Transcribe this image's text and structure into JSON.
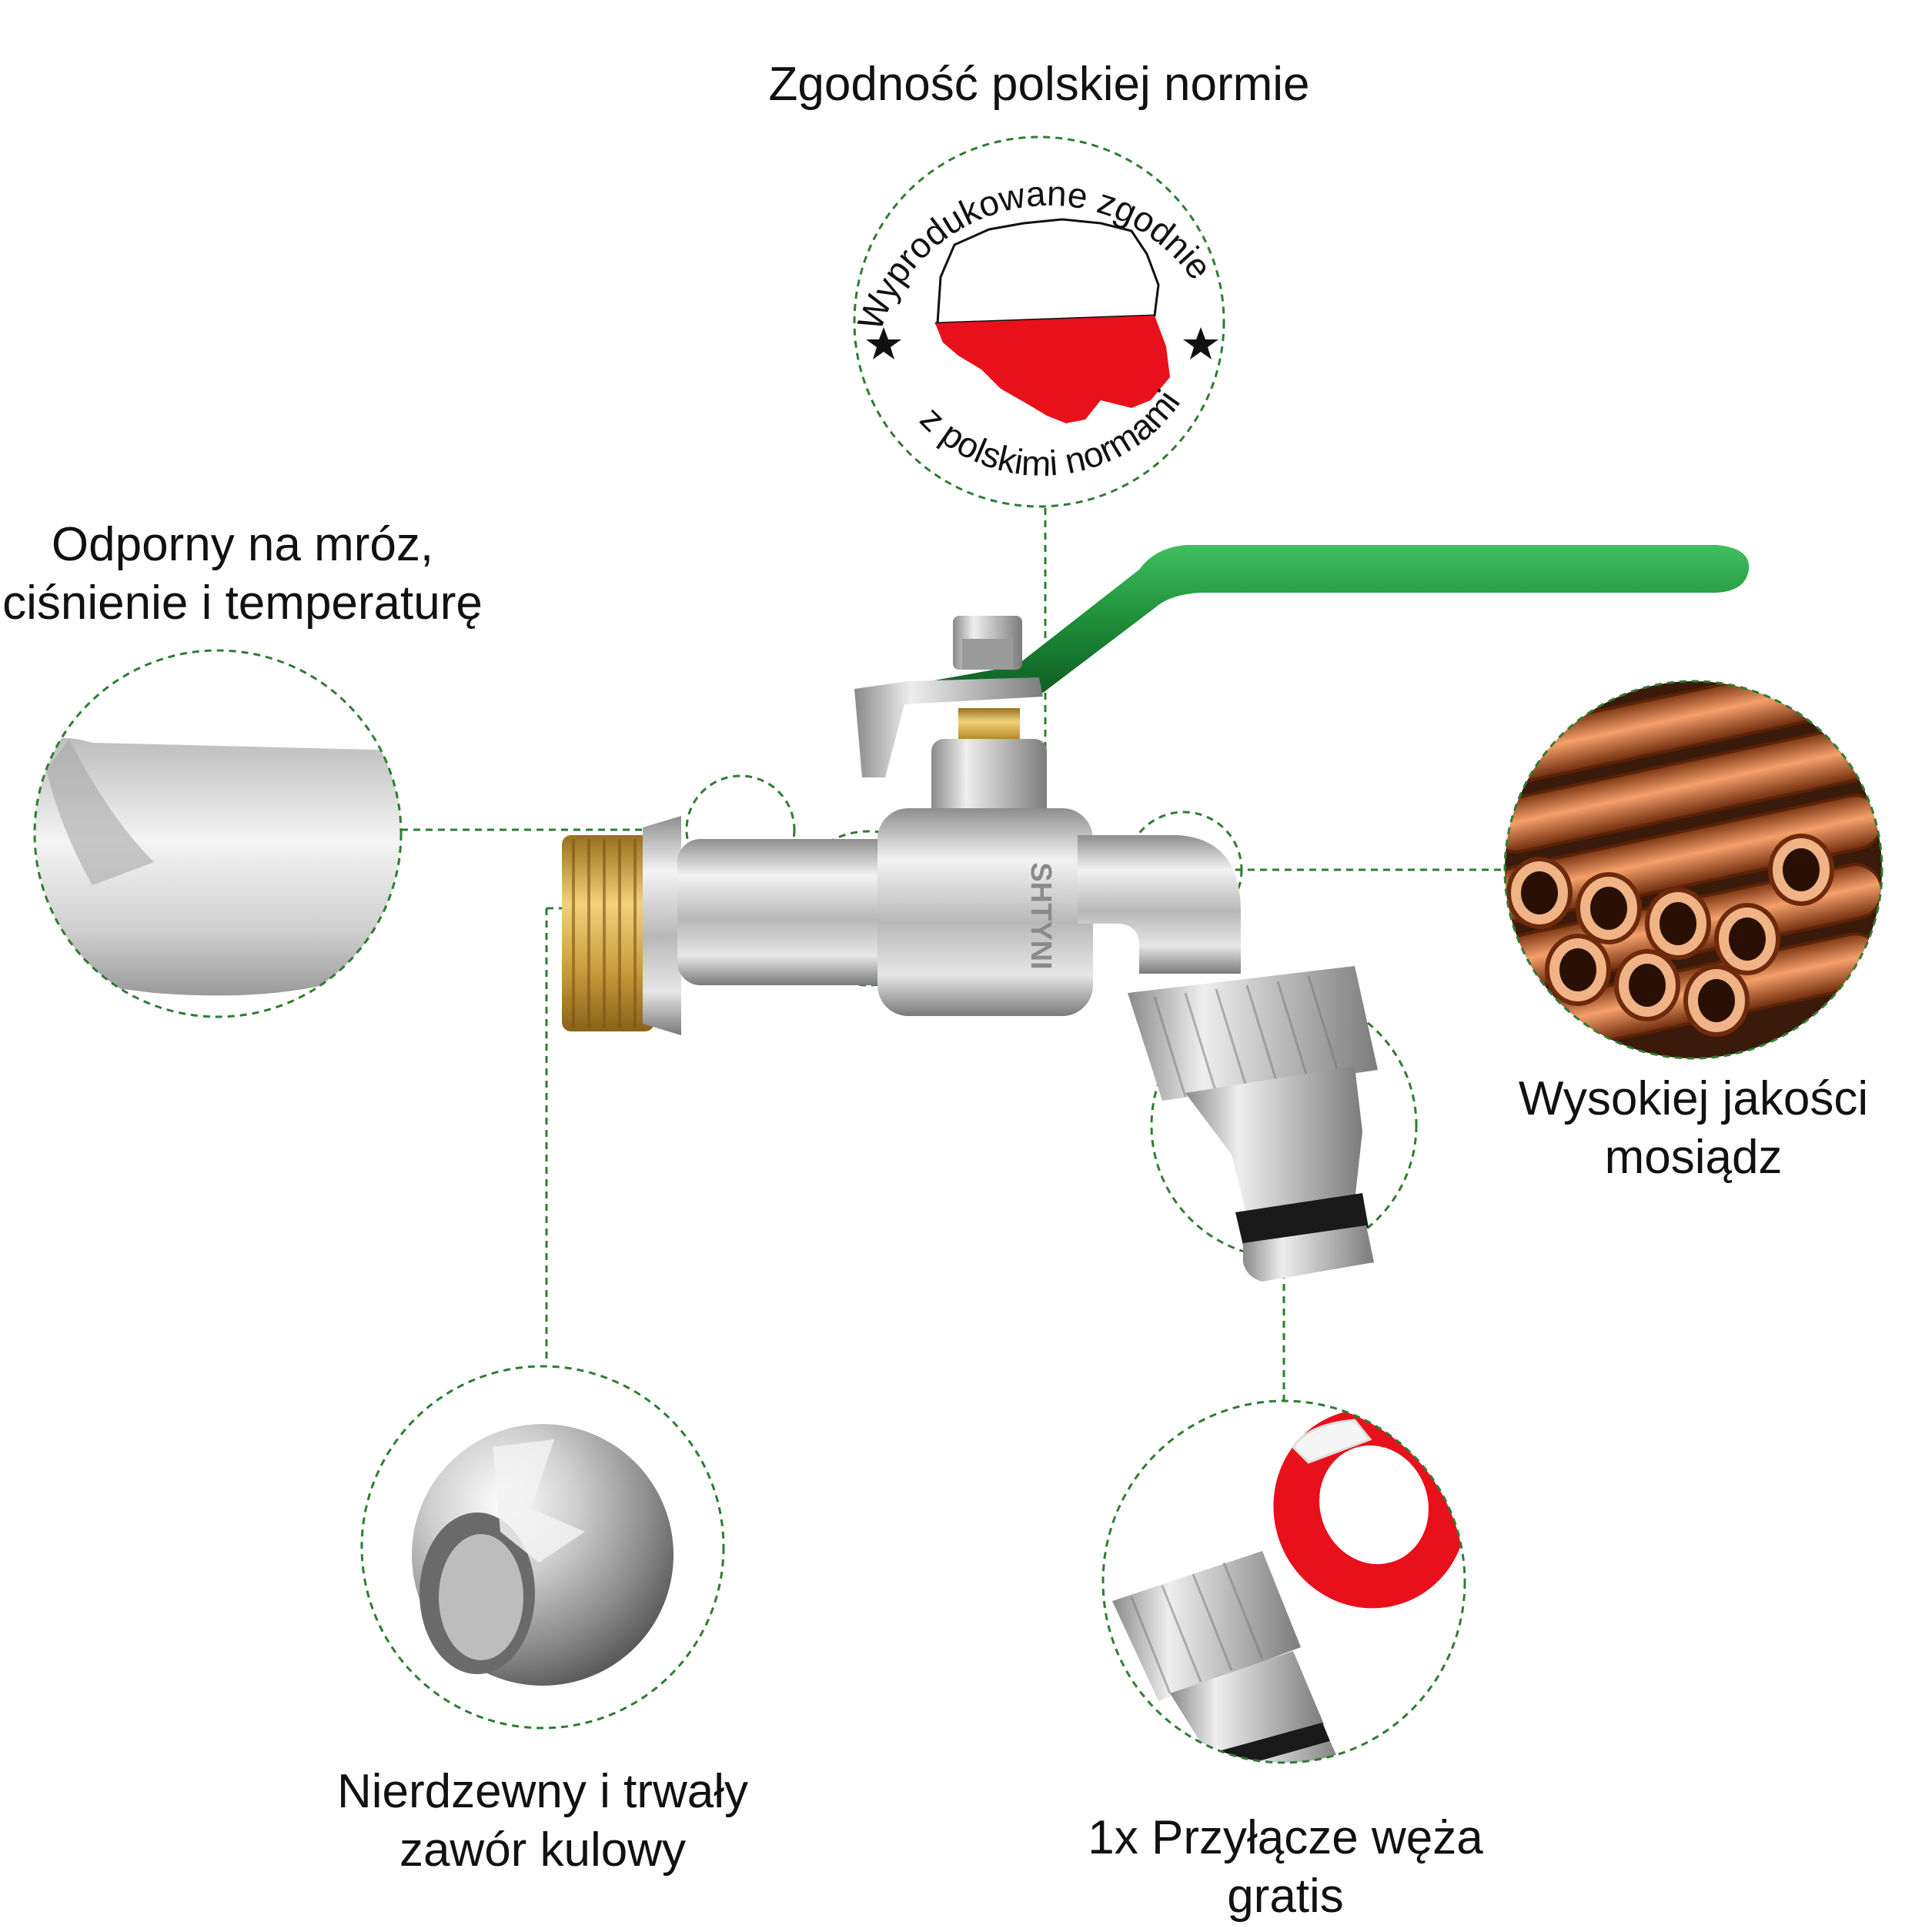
{
  "colors": {
    "accent_green": "#2e7d32",
    "handle_green": "#1f8f3a",
    "flag_red": "#e8101a",
    "brass": "#c99a3a",
    "copper": "#c8673a",
    "chrome": "#c9c9c9"
  },
  "stamp": {
    "heading": "Zgodność polskiej normie",
    "arc_top": "Wyprodukowane zgodnie",
    "arc_bottom": "z polskimi normami"
  },
  "features": {
    "frost": {
      "line1": "Odporny na mróz,",
      "line2": "ciśnienie i temperaturę"
    },
    "brass": {
      "line1": "Wysokiej jakości",
      "line2": "mosiądz"
    },
    "ball_valve": {
      "line1": "Nierdzewny i trwały",
      "line2": "zawór kulowy"
    },
    "connector": {
      "line1": "1x Przyłącze węża",
      "line2": "gratis"
    }
  },
  "product": {
    "body_marking": "SHTYNI"
  },
  "icons": {
    "map": "poland-map-icon",
    "star": "star-icon"
  }
}
